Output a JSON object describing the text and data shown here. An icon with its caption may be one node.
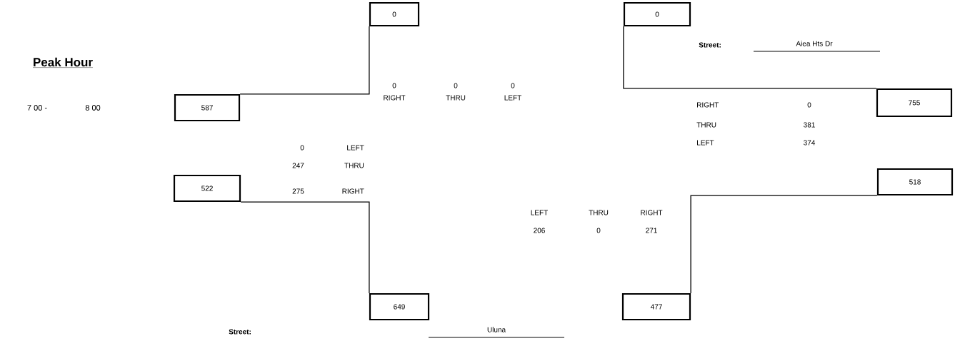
{
  "diagram": {
    "title": "Peak Hour",
    "nodes": [
      {
        "text": [
          "0"
        ]
      },
      {
        "text": [
          "0"
        ]
      },
      {
        "text": [
          "587"
        ]
      },
      {
        "text": [
          "755"
        ]
      },
      {
        "text": [
          "522"
        ]
      },
      {
        "text": [
          "518"
        ]
      },
      {
        "text": [
          "649"
        ]
      },
      {
        "text": [
          "477"
        ]
      }
    ],
    "edges": [
      {
        "from": 2,
        "to": 0,
        "arrow": "none"
      },
      {
        "from": 1,
        "to": 3,
        "arrow": "none"
      },
      {
        "from": 4,
        "to": 6,
        "arrow": "none"
      },
      {
        "from": 5,
        "to": 7,
        "arrow": "none"
      }
    ],
    "labels": [
      "7 00 -",
      "8 00",
      "0",
      "0",
      "0",
      "RIGHT",
      "THRU",
      "LEFT",
      "Street:",
      "Aiea Hts Dr",
      "RIGHT",
      "0",
      "THRU",
      "381",
      "LEFT",
      "374",
      "0",
      "LEFT",
      "247",
      "THRU",
      "275",
      "RIGHT",
      "LEFT",
      "THRU",
      "RIGHT",
      "206",
      "0",
      "271",
      "Street:",
      "Uluna"
    ]
  }
}
